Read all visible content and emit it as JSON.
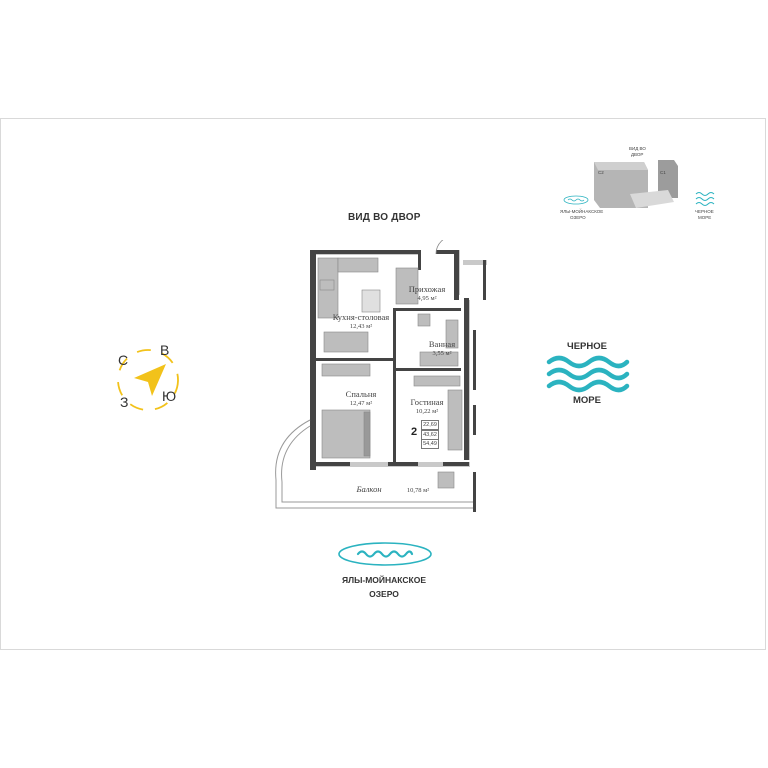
{
  "labels": {
    "view_yard": "ВИД ВО ДВОР",
    "sea_line1": "ЧЕРНОЕ",
    "sea_line2": "МОРЕ",
    "lake_line1": "ЯЛЫ-МОЙНАКСКОЕ",
    "lake_line2": "ОЗЕРО"
  },
  "compass": {
    "north": "С",
    "east": "В",
    "south": "Ю",
    "west": "З"
  },
  "rooms": [
    {
      "name": "Прихожая",
      "area": "4,95 м²"
    },
    {
      "name": "Кухня-столовая",
      "area": "12,43 м²"
    },
    {
      "name": "Ванная",
      "area": "3,55 м²"
    },
    {
      "name": "Спальня",
      "area": "12,47 м²"
    },
    {
      "name": "Гостиная",
      "area": "10,22 м²"
    },
    {
      "name": "Балкон",
      "area": "10,78 м²"
    }
  ],
  "apartment": {
    "rooms_count": "2",
    "areas": [
      "22,69",
      "43,62",
      "54,49"
    ]
  },
  "minimap": {
    "view_line1": "ВИД ВО",
    "view_line2": "ДВОР",
    "block_c2": "С2",
    "block_c1": "С1",
    "sea_line1": "ЧЕРНОЕ",
    "sea_line2": "МОРЕ",
    "lake_line1": "ЯЛЫ-МОЙНАКСКОЕ",
    "lake_line2": "ОЗЕРО"
  },
  "colors": {
    "accent_teal": "#2bb3c0",
    "compass_yellow": "#f2c21a",
    "wall": "#444444",
    "furniture": "#b8b8b8"
  }
}
